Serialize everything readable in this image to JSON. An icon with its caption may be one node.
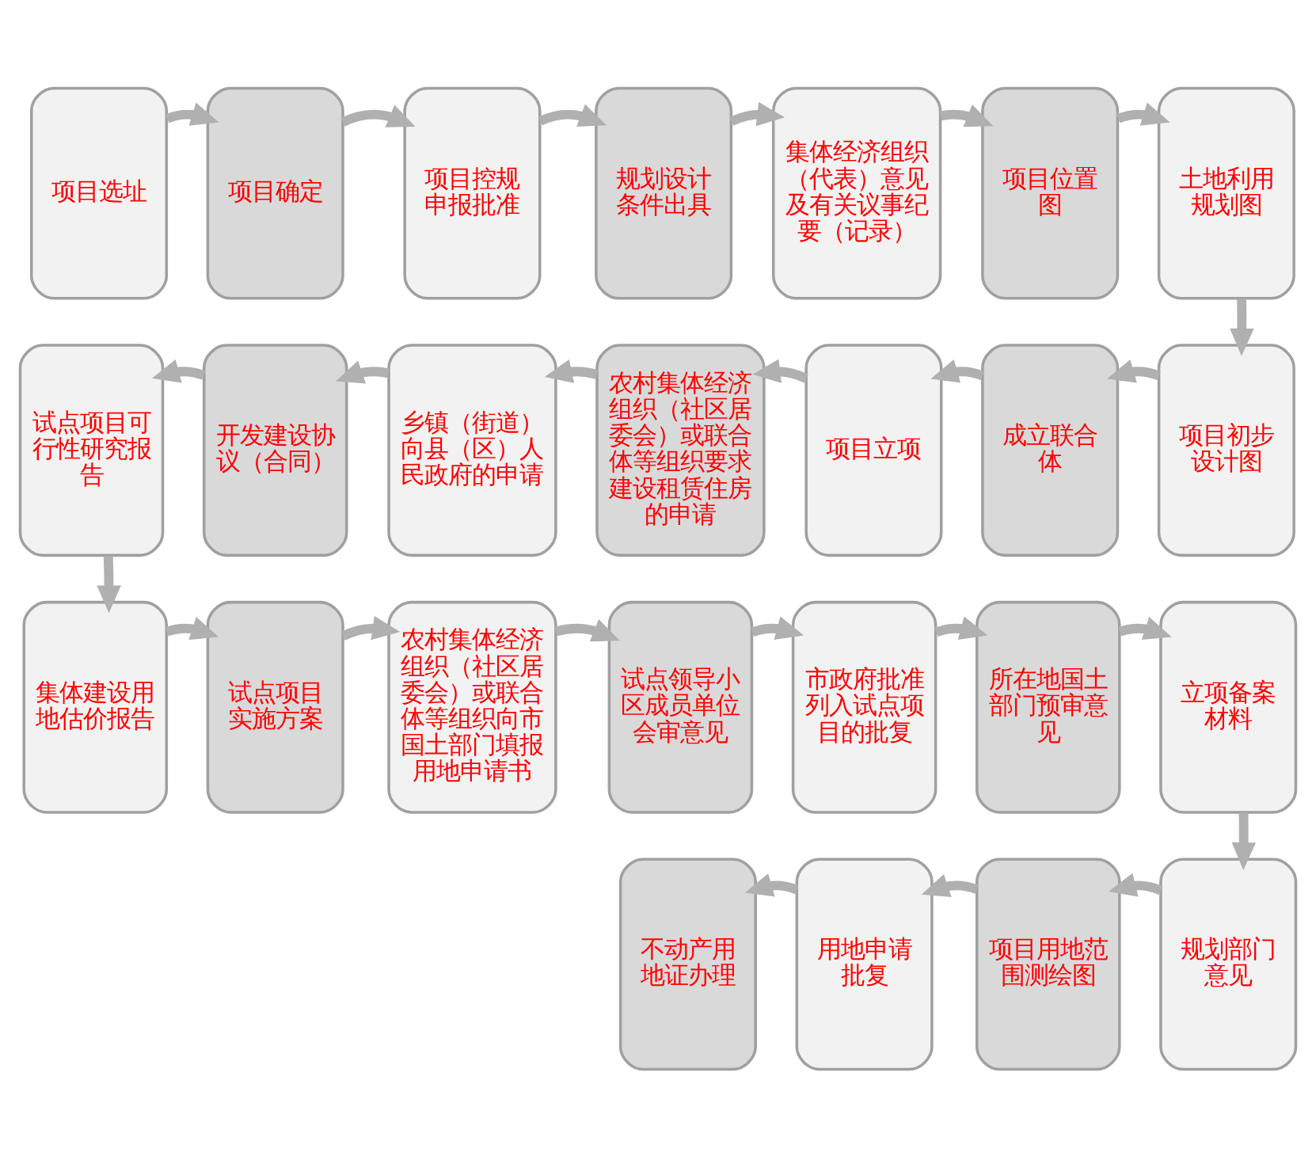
{
  "diagram": {
    "nodes": [
      {
        "text": [
          "项目选址"
        ]
      },
      {
        "text": [
          "项目确定"
        ]
      },
      {
        "text": [
          "项目控规申报批准"
        ]
      },
      {
        "text": [
          "规划设计条件出具"
        ]
      },
      {
        "text": [
          "集体经济组织（代表）意见及有关议事纪要（记录）"
        ]
      },
      {
        "text": [
          "项目位置图"
        ]
      },
      {
        "text": [
          "土地利用规划图"
        ]
      },
      {
        "text": [
          "项目初步设计图"
        ]
      },
      {
        "text": [
          "成立联合体"
        ]
      },
      {
        "text": [
          "项目立项"
        ]
      },
      {
        "text": [
          "农村集体经济组织（社区居委会）或联合体等组织要求建设租赁住房的申请"
        ]
      },
      {
        "text": [
          "乡镇（街道）向县（区）人民政府的申请"
        ]
      },
      {
        "text": [
          "开发建设协议（合同）"
        ]
      },
      {
        "text": [
          "试点项目可行性研究报告"
        ]
      },
      {
        "text": [
          "集体建设用地估价报告"
        ]
      },
      {
        "text": [
          "试点项目实施方案"
        ]
      },
      {
        "text": [
          "农村集体经济组织（社区居委会）或联合体等组织向市国土部门填报用地申请书"
        ]
      },
      {
        "text": [
          "试点领导小区成员单位会审意见"
        ]
      },
      {
        "text": [
          "市政府批准列入试点项目的批复"
        ]
      },
      {
        "text": [
          "所在地国土部门预审意见"
        ]
      },
      {
        "text": [
          "立项备案材料"
        ]
      },
      {
        "text": [
          "规划部门意见"
        ]
      },
      {
        "text": [
          "项目用地范围测绘图"
        ]
      },
      {
        "text": [
          "用地申请批复"
        ]
      },
      {
        "text": [
          "不动产用地证办理"
        ]
      }
    ],
    "edges": [
      {
        "from": 0,
        "to": 1,
        "arrow": "to"
      },
      {
        "from": 1,
        "to": 2,
        "arrow": "to"
      },
      {
        "from": 2,
        "to": 3,
        "arrow": "to"
      },
      {
        "from": 3,
        "to": 4,
        "arrow": "to"
      },
      {
        "from": 4,
        "to": 5,
        "arrow": "to"
      },
      {
        "from": 5,
        "to": 6,
        "arrow": "to"
      },
      {
        "from": 6,
        "to": 7,
        "arrow": "to"
      },
      {
        "from": 7,
        "to": 8,
        "arrow": "to"
      },
      {
        "from": 8,
        "to": 9,
        "arrow": "to"
      },
      {
        "from": 9,
        "to": 10,
        "arrow": "to"
      },
      {
        "from": 10,
        "to": 11,
        "arrow": "to"
      },
      {
        "from": 11,
        "to": 12,
        "arrow": "to"
      },
      {
        "from": 12,
        "to": 13,
        "arrow": "to"
      },
      {
        "from": 13,
        "to": 14,
        "arrow": "to"
      },
      {
        "from": 14,
        "to": 15,
        "arrow": "to"
      },
      {
        "from": 15,
        "to": 16,
        "arrow": "to"
      },
      {
        "from": 16,
        "to": 17,
        "arrow": "to"
      },
      {
        "from": 17,
        "to": 18,
        "arrow": "to"
      },
      {
        "from": 18,
        "to": 19,
        "arrow": "to"
      },
      {
        "from": 19,
        "to": 20,
        "arrow": "to"
      },
      {
        "from": 20,
        "to": 21,
        "arrow": "to"
      },
      {
        "from": 21,
        "to": 22,
        "arrow": "to"
      },
      {
        "from": 22,
        "to": 23,
        "arrow": "to"
      },
      {
        "from": 23,
        "to": 24,
        "arrow": "to"
      }
    ]
  }
}
